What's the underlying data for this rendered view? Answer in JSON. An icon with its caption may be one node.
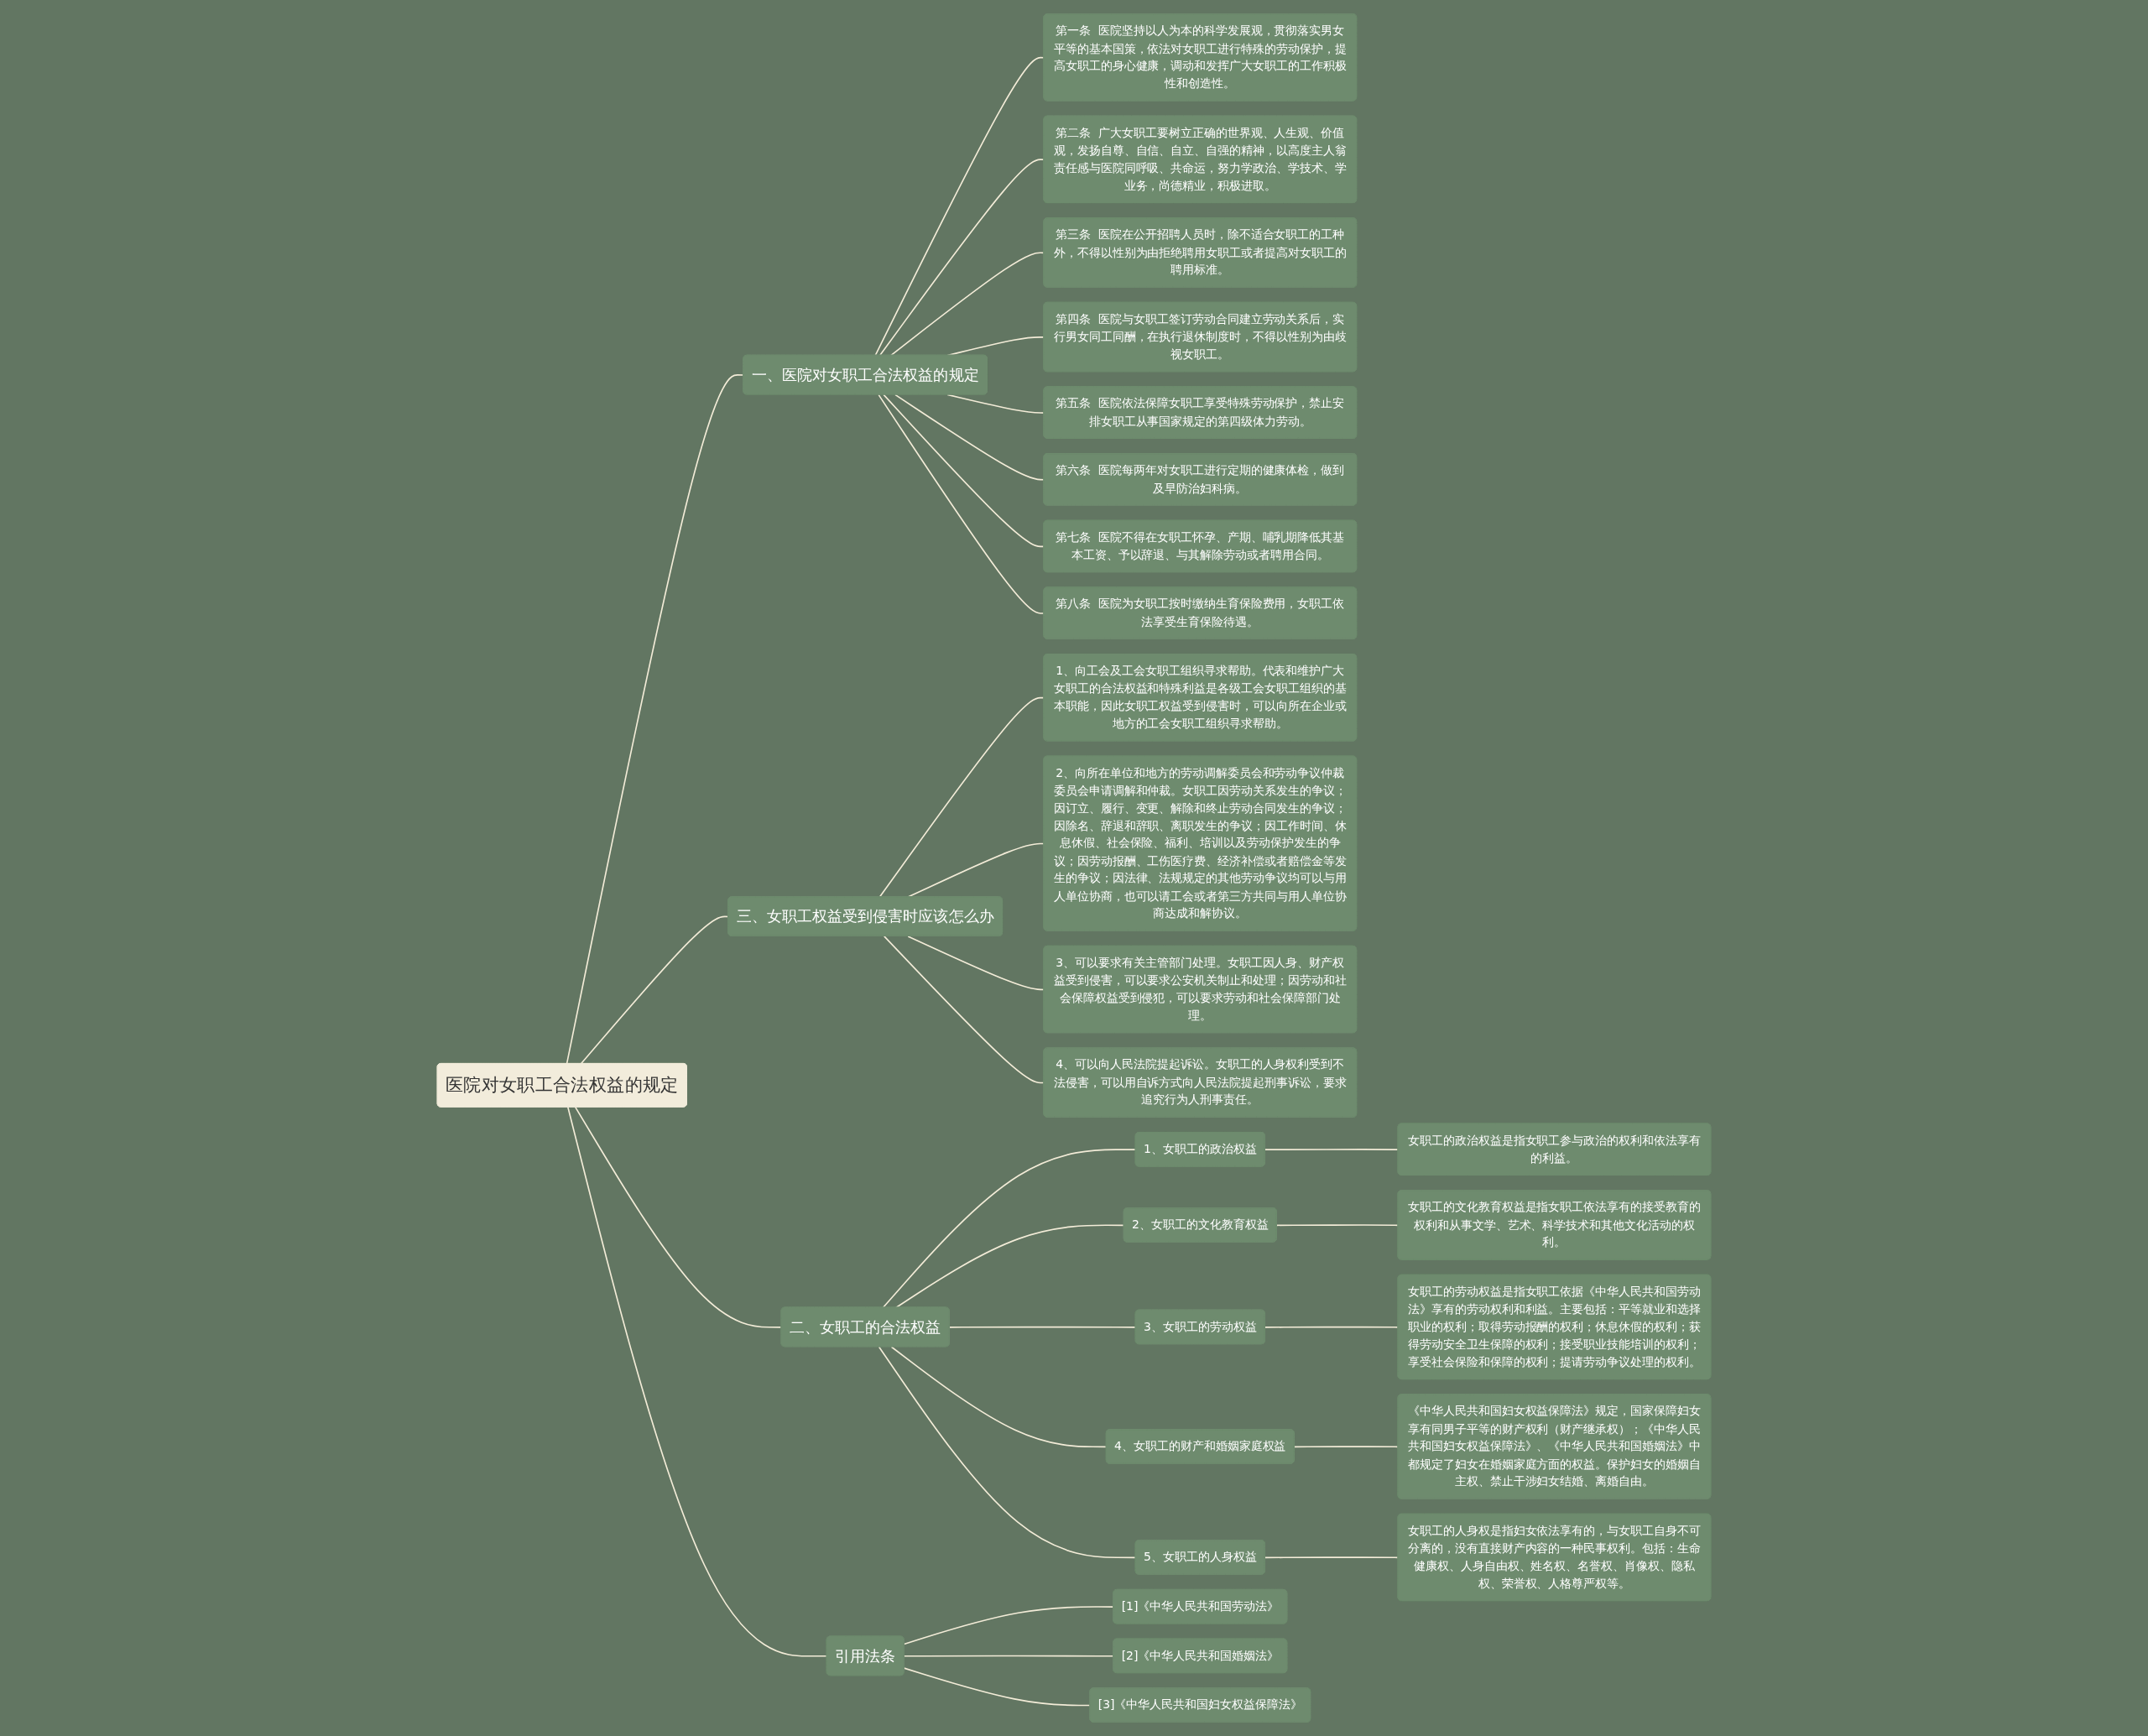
{
  "diagram": {
    "nodes": [
      {
        "text": [
          "医院对女职工合法权益的规定"
        ]
      },
      {
        "text": [
          "一、医院对女职工合法权益的规定"
        ]
      },
      {
        "text": [
          "第一条  医院坚持以人为本的科学发展观，贯彻落实男女平等的基本国策，依法对女职工进行特殊的劳动保护，提高女职工的身心健康，调动和发挥广大女职工的工作积极性和创造性。"
        ]
      },
      {
        "text": [
          "第二条  广大女职工要树立正确的世界观、人生观、价值观，发扬自尊、自信、自立、自强的精神，以高度主人翁责任感与医院同呼吸、共命运，努力学政治、学技术、学业务，尚德精业，积极进取。"
        ]
      },
      {
        "text": [
          "第三条  医院在公开招聘人员时，除不适合女职工的工种外，不得以性别为由拒绝聘用女职工或者提高对女职工的聘用标准。"
        ]
      },
      {
        "text": [
          "第四条  医院与女职工签订劳动合同建立劳动关系后，实行男女同工同酬，在执行退休制度时，不得以性别为由歧视女职工。"
        ]
      },
      {
        "text": [
          "第五条  医院依法保障女职工享受特殊劳动保护，禁止安排女职工从事国家规定的第四级体力劳动。"
        ]
      },
      {
        "text": [
          "第六条  医院每两年对女职工进行定期的健康体检，做到及早防治妇科病。"
        ]
      },
      {
        "text": [
          "第七条  医院不得在女职工怀孕、产期、哺乳期降低其基本工资、予以辞退、与其解除劳动或者聘用合同。"
        ]
      },
      {
        "text": [
          "第八条  医院为女职工按时缴纳生育保险费用，女职工依法享受生育保险待遇。"
        ]
      },
      {
        "text": [
          "三、女职工权益受到侵害时应该怎么办"
        ]
      },
      {
        "text": [
          "1、向工会及工会女职工组织寻求帮助。代表和维护广大女职工的合法权益和特殊利益是各级工会女职工组织的基本职能，因此女职工权益受到侵害时，可以向所在企业或地方的工会女职工组织寻求帮助。"
        ]
      },
      {
        "text": [
          "2、向所在单位和地方的劳动调解委员会和劳动争议仲裁委员会申请调解和仲裁。女职工因劳动关系发生的争议；因订立、履行、变更、解除和终止劳动合同发生的争议；因除名、辞退和辞职、离职发生的争议；因工作时间、休息休假、社会保险、福利、培训以及劳动保护发生的争议；因劳动报酬、工伤医疗费、经济补偿或者赔偿金等发生的争议；因法律、法规规定的其他劳动争议均可以与用人单位协商，也可以请工会或者第三方共同与用人单位协商达成和解协议。"
        ]
      },
      {
        "text": [
          "3、可以要求有关主管部门处理。女职工因人身、财产权益受到侵害，可以要求公安机关制止和处理；因劳动和社会保障权益受到侵犯，可以要求劳动和社会保障部门处理。"
        ]
      },
      {
        "text": [
          "4、可以向人民法院提起诉讼。女职工的人身权利受到不法侵害，可以用自诉方式向人民法院提起刑事诉讼，要求追究行为人刑事责任。"
        ]
      },
      {
        "text": [
          "二、女职工的合法权益"
        ]
      },
      {
        "text": [
          "1、女职工的政治权益"
        ]
      },
      {
        "text": [
          "女职工的政治权益是指女职工参与政治的权利和依法享有的利益。"
        ]
      },
      {
        "text": [
          "2、女职工的文化教育权益"
        ]
      },
      {
        "text": [
          "女职工的文化教育权益是指女职工依法享有的接受教育的权利和从事文学、艺术、科学技术和其他文化活动的权利。"
        ]
      },
      {
        "text": [
          "3、女职工的劳动权益"
        ]
      },
      {
        "text": [
          "女职工的劳动权益是指女职工依据《中华人民共和国劳动法》享有的劳动权利和利益。主要包括：平等就业和选择职业的权利；取得劳动报酬的权利；休息休假的权利；获得劳动安全卫生保障的权利；接受职业技能培训的权利；享受社会保险和保障的权利；提请劳动争议处理的权利。"
        ]
      },
      {
        "text": [
          "4、女职工的财产和婚姻家庭权益"
        ]
      },
      {
        "text": [
          "《中华人民共和国妇女权益保障法》规定，国家保障妇女享有同男子平等的财产权利（财产继承权）；《中华人民共和国妇女权益保障法》、《中华人民共和国婚姻法》中都规定了妇女在婚姻家庭方面的权益。保护妇女的婚姻自主权、禁止干涉妇女结婚、离婚自由。"
        ]
      },
      {
        "text": [
          "5、女职工的人身权益"
        ]
      },
      {
        "text": [
          "女职工的人身权是指妇女依法享有的，与女职工自身不可分离的，没有直接财产内容的一种民事权利。包括：生命健康权、人身自由权、姓名权、名誉权、肖像权、隐私权、荣誉权、人格尊严权等。"
        ]
      },
      {
        "text": [
          "引用法条"
        ]
      },
      {
        "text": [
          "[1]《中华人民共和国劳动法》"
        ]
      },
      {
        "text": [
          "[2]《中华人民共和国婚姻法》"
        ]
      },
      {
        "text": [
          "[3]《中华人民共和国妇女权益保障法》"
        ]
      }
    ],
    "edges": [
      {
        "from": 0,
        "to": 1,
        "arrow": "none"
      },
      {
        "from": 1,
        "to": 2,
        "arrow": "none"
      },
      {
        "from": 1,
        "to": 3,
        "arrow": "none"
      },
      {
        "from": 1,
        "to": 4,
        "arrow": "none"
      },
      {
        "from": 1,
        "to": 5,
        "arrow": "none"
      },
      {
        "from": 1,
        "to": 6,
        "arrow": "none"
      },
      {
        "from": 1,
        "to": 7,
        "arrow": "none"
      },
      {
        "from": 1,
        "to": 8,
        "arrow": "none"
      },
      {
        "from": 1,
        "to": 9,
        "arrow": "none"
      },
      {
        "from": 0,
        "to": 10,
        "arrow": "none"
      },
      {
        "from": 10,
        "to": 11,
        "arrow": "none"
      },
      {
        "from": 10,
        "to": 12,
        "arrow": "none"
      },
      {
        "from": 10,
        "to": 13,
        "arrow": "none"
      },
      {
        "from": 10,
        "to": 14,
        "arrow": "none"
      },
      {
        "from": 0,
        "to": 15,
        "arrow": "none"
      },
      {
        "from": 15,
        "to": 16,
        "arrow": "none"
      },
      {
        "from": 16,
        "to": 17,
        "arrow": "none"
      },
      {
        "from": 15,
        "to": 18,
        "arrow": "none"
      },
      {
        "from": 18,
        "to": 19,
        "arrow": "none"
      },
      {
        "from": 15,
        "to": 20,
        "arrow": "none"
      },
      {
        "from": 20,
        "to": 21,
        "arrow": "none"
      },
      {
        "from": 15,
        "to": 22,
        "arrow": "none"
      },
      {
        "from": 22,
        "to": 23,
        "arrow": "none"
      },
      {
        "from": 15,
        "to": 24,
        "arrow": "none"
      },
      {
        "from": 24,
        "to": 25,
        "arrow": "none"
      },
      {
        "from": 0,
        "to": 26,
        "arrow": "none"
      },
      {
        "from": 26,
        "to": 27,
        "arrow": "none"
      },
      {
        "from": 26,
        "to": 28,
        "arrow": "none"
      },
      {
        "from": 26,
        "to": 29,
        "arrow": "none"
      }
    ]
  }
}
